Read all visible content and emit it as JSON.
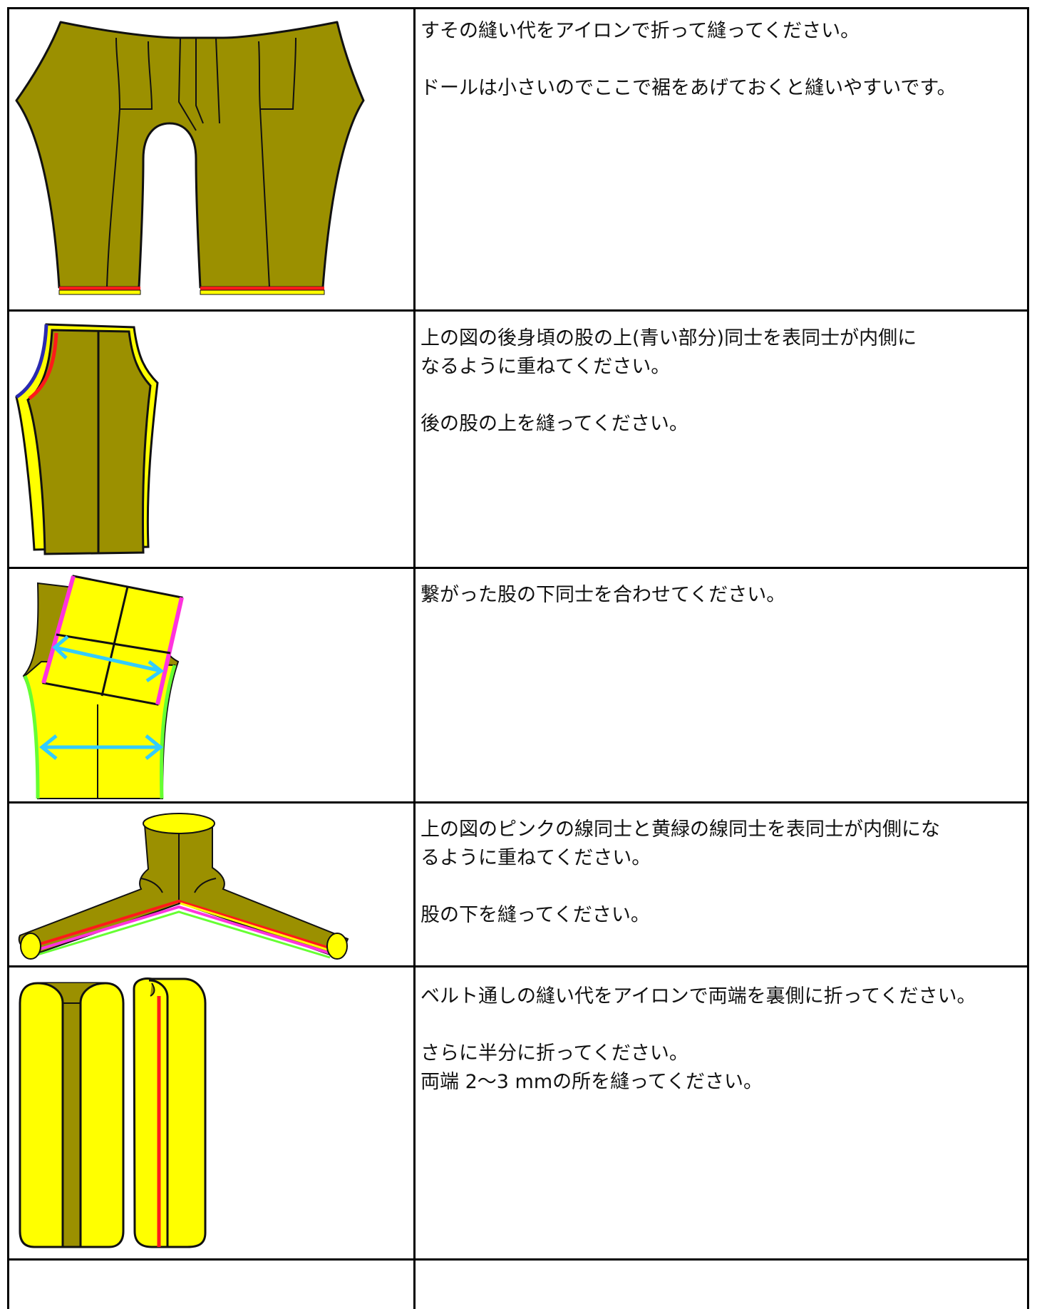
{
  "document": {
    "rows": [
      {
        "illustration": "pants-hem-illustration",
        "text": [
          "すその縫い代をアイロンで折って縫ってください。",
          "ドールは小さいのでここで裾をあげておくと縫いやすいです。"
        ]
      },
      {
        "illustration": "back-crotch-seam-illustration",
        "text": [
          "上の図の後身頃の股の上(青い部分)同士を表同士が内側に",
          "なるように重ねてください。",
          "後の股の上を縫ってください。"
        ]
      },
      {
        "illustration": "inseam-align-illustration",
        "text": [
          "繋がった股の下同士を合わせてください。"
        ]
      },
      {
        "illustration": "inseam-sewn-illustration",
        "text": [
          "上の図のピンクの線同士と黄緑の線同士を表同士が内側にな",
          "るように重ねてください。",
          "股の下を縫ってください。"
        ]
      },
      {
        "illustration": "belt-loop-illustration",
        "text": [
          "ベルト通しの縫い代をアイロンで両端を裏側に折ってください。",
          "さらに半分に折ってください。",
          "両端 2〜3 mmの所を縫ってください。"
        ]
      },
      {
        "illustration": "",
        "text": []
      }
    ],
    "colors": {
      "fabric": "#9b9000",
      "lining": "#ffff00",
      "seam_red": "#ff1a1a",
      "seam_blue": "#2a2ab0",
      "seam_pink": "#ff33dd",
      "seam_green": "#66ff33",
      "arrow_cyan": "#33ccff",
      "border": "#000000"
    }
  }
}
